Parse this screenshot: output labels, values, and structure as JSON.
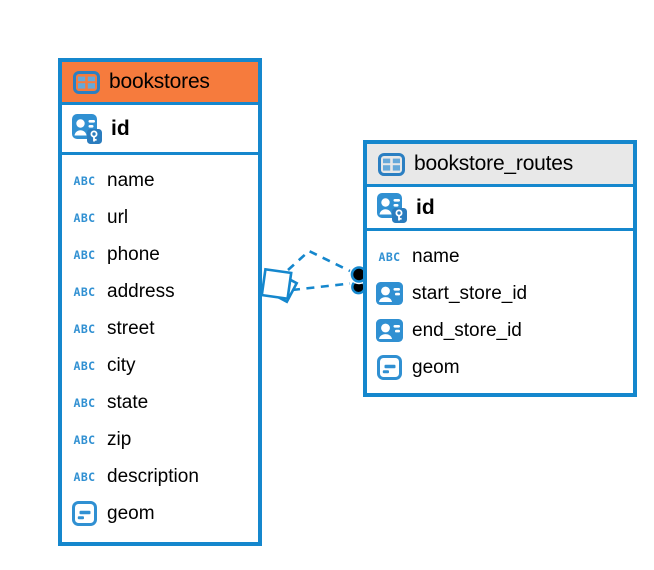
{
  "app": {
    "view": "database-er-diagram"
  },
  "colors": {
    "accent_blue": "#1587cd",
    "icon_blue": "#3090d2",
    "icon_blue_dark": "#2a7cbe",
    "icon_cell_blue": "#66a9da",
    "table_frame_blue": "#2b7fc2",
    "header_orange": "#f67b3d",
    "header_gray": "#e8e8e8",
    "text": "#000000",
    "background": "#ffffff"
  },
  "icons": {
    "abc_text": "ABC"
  },
  "tables": [
    {
      "title": "bookstores",
      "header_style": "orange",
      "primary_key": {
        "name": "id",
        "type": "pk"
      },
      "columns": [
        {
          "name": "name",
          "type": "abc"
        },
        {
          "name": "url",
          "type": "abc"
        },
        {
          "name": "phone",
          "type": "abc"
        },
        {
          "name": "address",
          "type": "abc"
        },
        {
          "name": "street",
          "type": "abc"
        },
        {
          "name": "city",
          "type": "abc"
        },
        {
          "name": "state",
          "type": "abc"
        },
        {
          "name": "zip",
          "type": "abc"
        },
        {
          "name": "description",
          "type": "abc"
        },
        {
          "name": "geom",
          "type": "geom"
        }
      ]
    },
    {
      "title": "bookstore_routes",
      "header_style": "gray",
      "primary_key": {
        "name": "id",
        "type": "pk"
      },
      "columns": [
        {
          "name": "name",
          "type": "abc"
        },
        {
          "name": "start_store_id",
          "type": "fk"
        },
        {
          "name": "end_store_id",
          "type": "fk"
        },
        {
          "name": "geom",
          "type": "geom"
        }
      ]
    }
  ],
  "relationship": {
    "from": "bookstore_routes",
    "to": "bookstores",
    "line_style": "dashed",
    "left_marker": "stacked-squares-marker",
    "right_marker": "double-dot-marker"
  }
}
